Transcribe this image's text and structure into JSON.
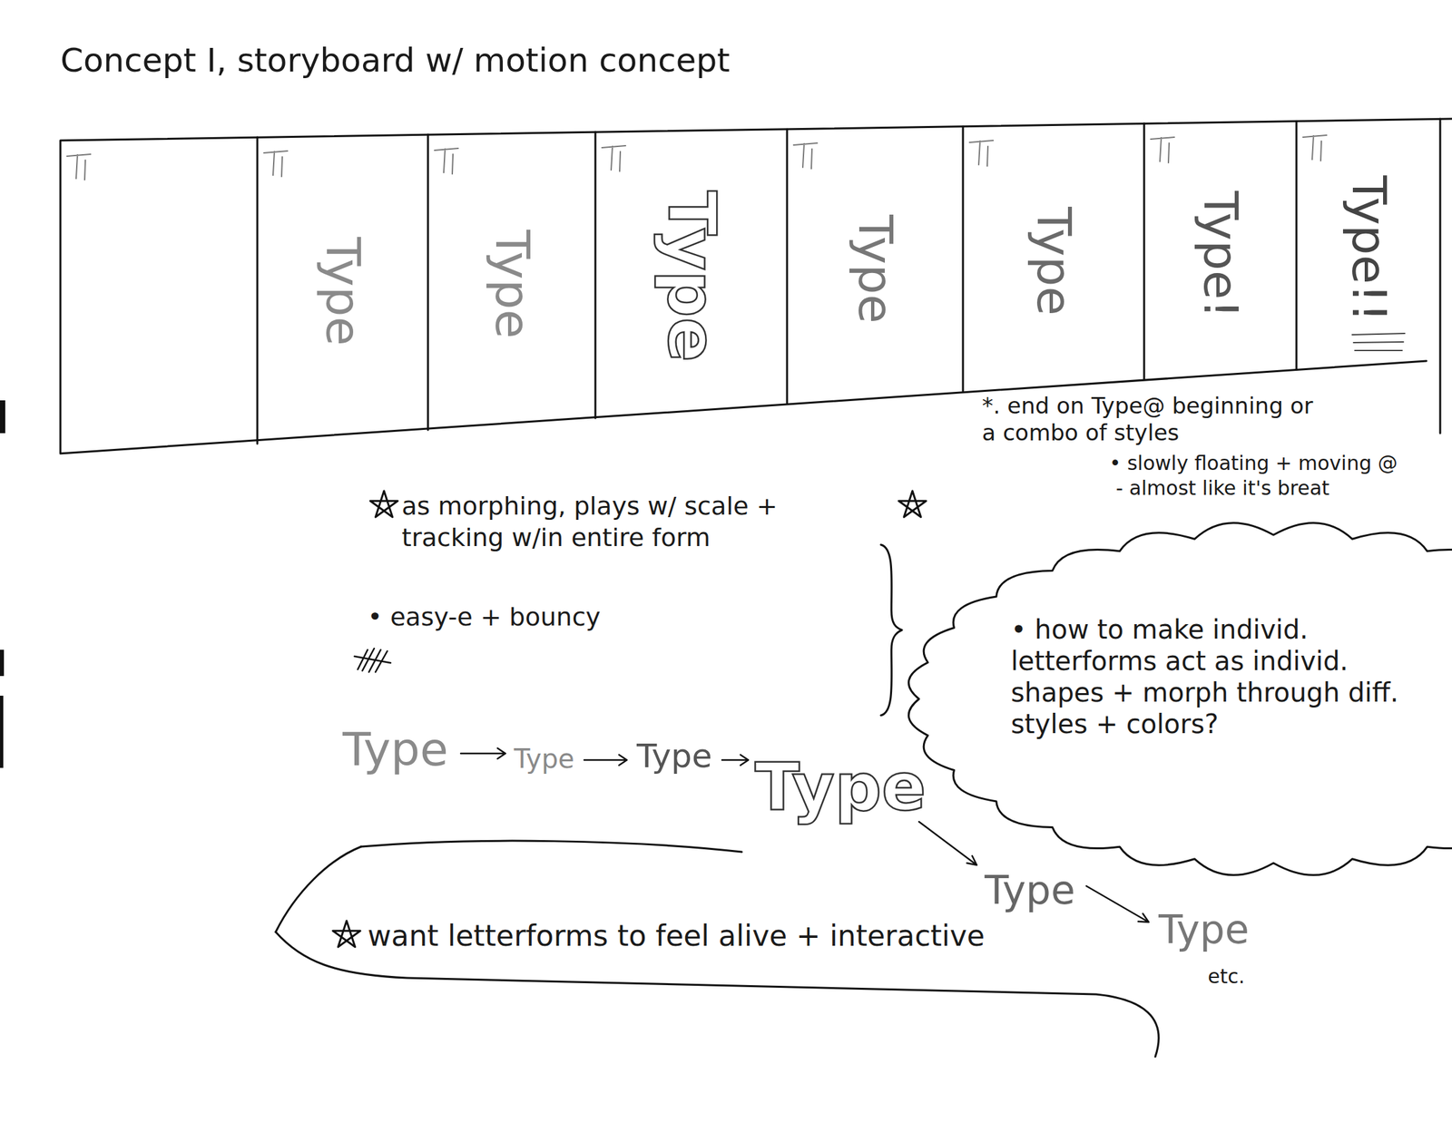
{
  "diagram": {
    "title": "Concept I, storyboard w/ motion concept",
    "nodes": [
      {
        "text": [
          "Type"
        ]
      },
      {
        "text": [
          "Type"
        ]
      },
      {
        "text": [
          "Type"
        ]
      },
      {
        "text": [
          "Type"
        ]
      },
      {
        "text": [
          "Type"
        ]
      },
      {
        "text": [
          "Type!"
        ]
      },
      {
        "text": [
          "Type!!"
        ]
      },
      {
        "text": [
          "• how to make individ. letterforms act as individ. shapes + morph through diff. styles + colors?"
        ]
      },
      {
        "text": [
          "want letterforms to feel alive + interactive"
        ]
      }
    ],
    "labels": [
      "*. end on Type@ beginning or a combo of styles",
      "• slowly floating + moving @",
      "- almost like it's breat",
      "as morphing, plays w/ scale + tracking w/in entire form",
      "• easy-e + bouncy",
      "Type",
      "Type",
      "Type",
      "Type",
      "Type",
      "Type",
      "etc."
    ]
  }
}
